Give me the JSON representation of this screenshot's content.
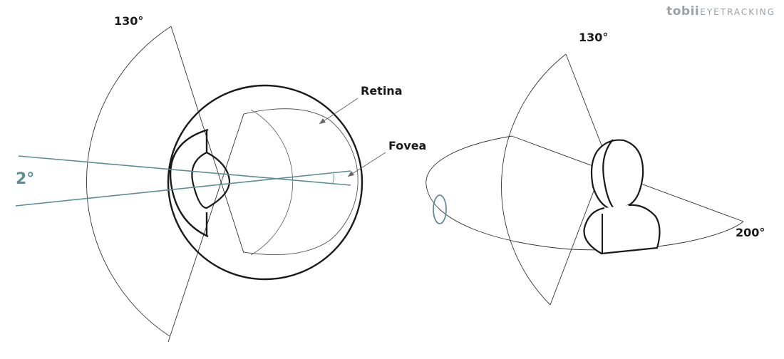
{
  "logo": {
    "brand": "tobii",
    "product": "EYETRACKING"
  },
  "eye_diagram": {
    "field_angle": "130°",
    "foveal_angle": "2°",
    "retina_label": "Retina",
    "fovea_label": "Fovea"
  },
  "head_diagram": {
    "vertical_angle": "130°",
    "horizontal_angle": "200°"
  },
  "colors": {
    "line": "#1a1a1a",
    "thin_line": "#333333",
    "accent": "#5e8d96",
    "logo": "#9aa0a6"
  }
}
